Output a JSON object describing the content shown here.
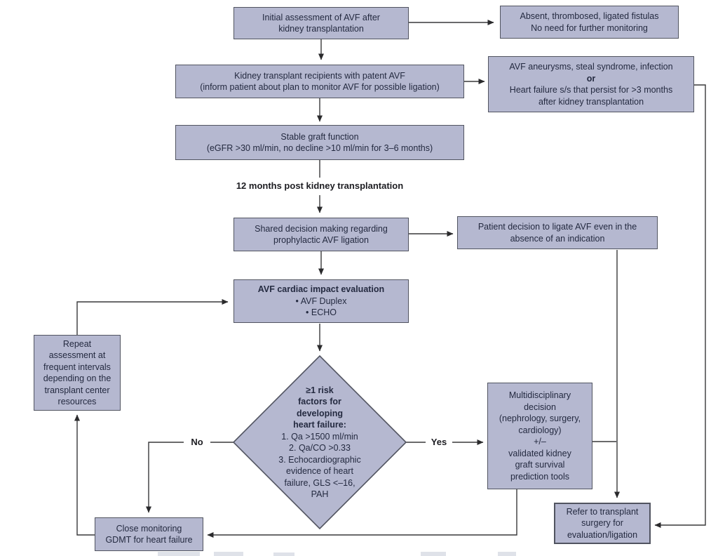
{
  "colors": {
    "box_fill": "#b5b8d0",
    "box_border": "#515460",
    "line": "#38383a",
    "text": "#242a40",
    "background": "#ffffff"
  },
  "labels": {
    "no": "No",
    "yes": "Yes",
    "milestone": "12 months post kidney transplantation"
  },
  "nodes": {
    "initial": {
      "lines": [
        "Initial assessment of AVF after",
        "kidney transplantation"
      ]
    },
    "absent": {
      "lines": [
        "Absent, thrombosed, ligated fistulas",
        "No need for further monitoring"
      ]
    },
    "recipients": {
      "lines": [
        "Kidney transplant recipients with patent AVF",
        "(inform patient about plan to monitor AVF for possible ligation)"
      ]
    },
    "aneurysms": {
      "line1": "AVF aneurysms, steal syndrome, infection",
      "or": "or",
      "line3": "Heart failure s/s that persist for >3 months",
      "line4": "after kidney transplantation"
    },
    "stable": {
      "lines": [
        "Stable graft function",
        "(eGFR >30 ml/min, no decline >10 ml/min for 3–6 months)"
      ]
    },
    "shared": {
      "lines": [
        "Shared decision making regarding",
        "prophylactic AVF ligation"
      ]
    },
    "patient": {
      "lines": [
        "Patient decision to ligate AVF even in the",
        "absence of an indication"
      ]
    },
    "cardiac": {
      "title": "AVF cardiac impact evaluation",
      "bullets": [
        "• AVF Duplex",
        "• ECHO"
      ]
    },
    "repeat": {
      "lines": [
        "Repeat",
        "assessment at",
        "frequent intervals",
        "depending on the",
        "transplant center",
        "resources"
      ]
    },
    "diamond": {
      "title_lines": [
        "≥1 risk",
        "factors for",
        "developing",
        "heart failure:"
      ],
      "items": [
        "1. Qa >1500 ml/min",
        "2. Qa/CO >0.33",
        "3. Echocardiographic",
        "evidence of heart",
        "failure, GLS <–16,",
        "PAH"
      ]
    },
    "multi": {
      "lines": [
        "Multidisciplinary",
        "decision",
        "(nephrology, surgery,",
        "cardiology)",
        "+/–",
        "validated kidney",
        "graft survival",
        "prediction tools"
      ]
    },
    "close": {
      "lines": [
        "Close monitoring",
        "GDMT for heart failure"
      ]
    },
    "refer": {
      "lines": [
        "Refer to transplant",
        "surgery for",
        "evaluation/ligation"
      ]
    }
  }
}
